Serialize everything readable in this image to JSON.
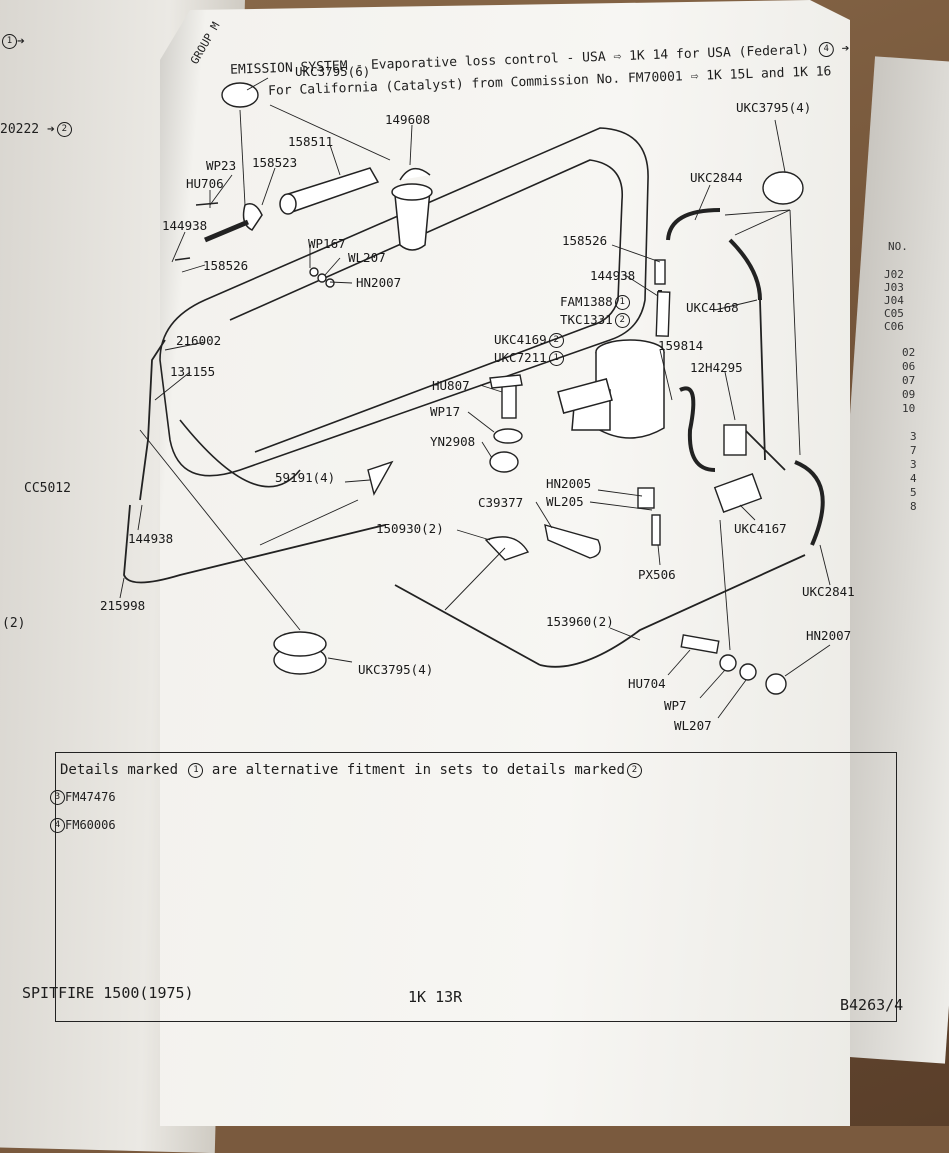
{
  "header": {
    "group": "GROUP M",
    "system": "EMISSION SYSTEM",
    "title_line1": "- Evaporative loss control - USA",
    "ref1": "1K 14 for USA (Federal)",
    "ref1_marker": "4",
    "title_line2": "For California (Catalyst) from Commission No. FM70001",
    "ref2": "1K 15L and 1K 16"
  },
  "left_page": {
    "top_marker": "1",
    "ref_line": "20222",
    "ref_marker": "2",
    "part_label": "CC5012",
    "qty_label": "(2)"
  },
  "right_tab": [
    "NO.",
    "J02",
    "J03",
    "J04",
    "C05",
    "C06",
    "02",
    "06",
    "07",
    "09",
    "10",
    "3",
    "7",
    "3",
    "4",
    "5",
    "8"
  ],
  "parts": {
    "ukc3795_6": "UKC3795(6)",
    "p149608": "149608",
    "p158511": "158511",
    "wp23": "WP23",
    "p158523": "158523",
    "hu706": "HU706",
    "p144938_a": "144938",
    "p158526_a": "158526",
    "wp167": "WP167",
    "wl207_a": "WL207",
    "hn2007_a": "HN2007",
    "p216002": "216002",
    "p131155": "131155",
    "ukc3795_4a": "UKC3795(4)",
    "ukc2844": "UKC2844",
    "p158526_b": "158526",
    "p144938_b": "144938",
    "fam1388": "FAM1388",
    "tkc1331": "TKC1331",
    "ukc4168": "UKC4168",
    "ukc4169": "UKC4169",
    "ukc7211": "UKC7211",
    "p159814": "159814",
    "p12h4295": "12H4295",
    "hu807": "HU807",
    "wp17": "WP17",
    "yn2908": "YN2908",
    "hn2005": "HN2005",
    "wl205": "WL205",
    "p59191": "59191(4)",
    "c39377": "C39377",
    "ukc4167": "UKC4167",
    "p150930": "150930(2)",
    "px506": "PX506",
    "p144938_c": "144938",
    "p215998": "215998",
    "ukc2841": "UKC2841",
    "p153960": "153960(2)",
    "hn2007_b": "HN2007",
    "hu704": "HU704",
    "wp7": "WP7",
    "wl207_b": "WL207",
    "ukc3795_4b": "UKC3795(4)"
  },
  "markers": {
    "one": "1",
    "two": "2",
    "three": "3",
    "four": "4"
  },
  "notes": {
    "line1": "Details marked",
    "line1_mid": "are alternative fitment in sets to details marked",
    "note3": "FM47476",
    "note4": "FM60006"
  },
  "footer": {
    "model": "SPITFIRE 1500(1975)",
    "page": "1K 13R",
    "ref": "B4263/4"
  }
}
